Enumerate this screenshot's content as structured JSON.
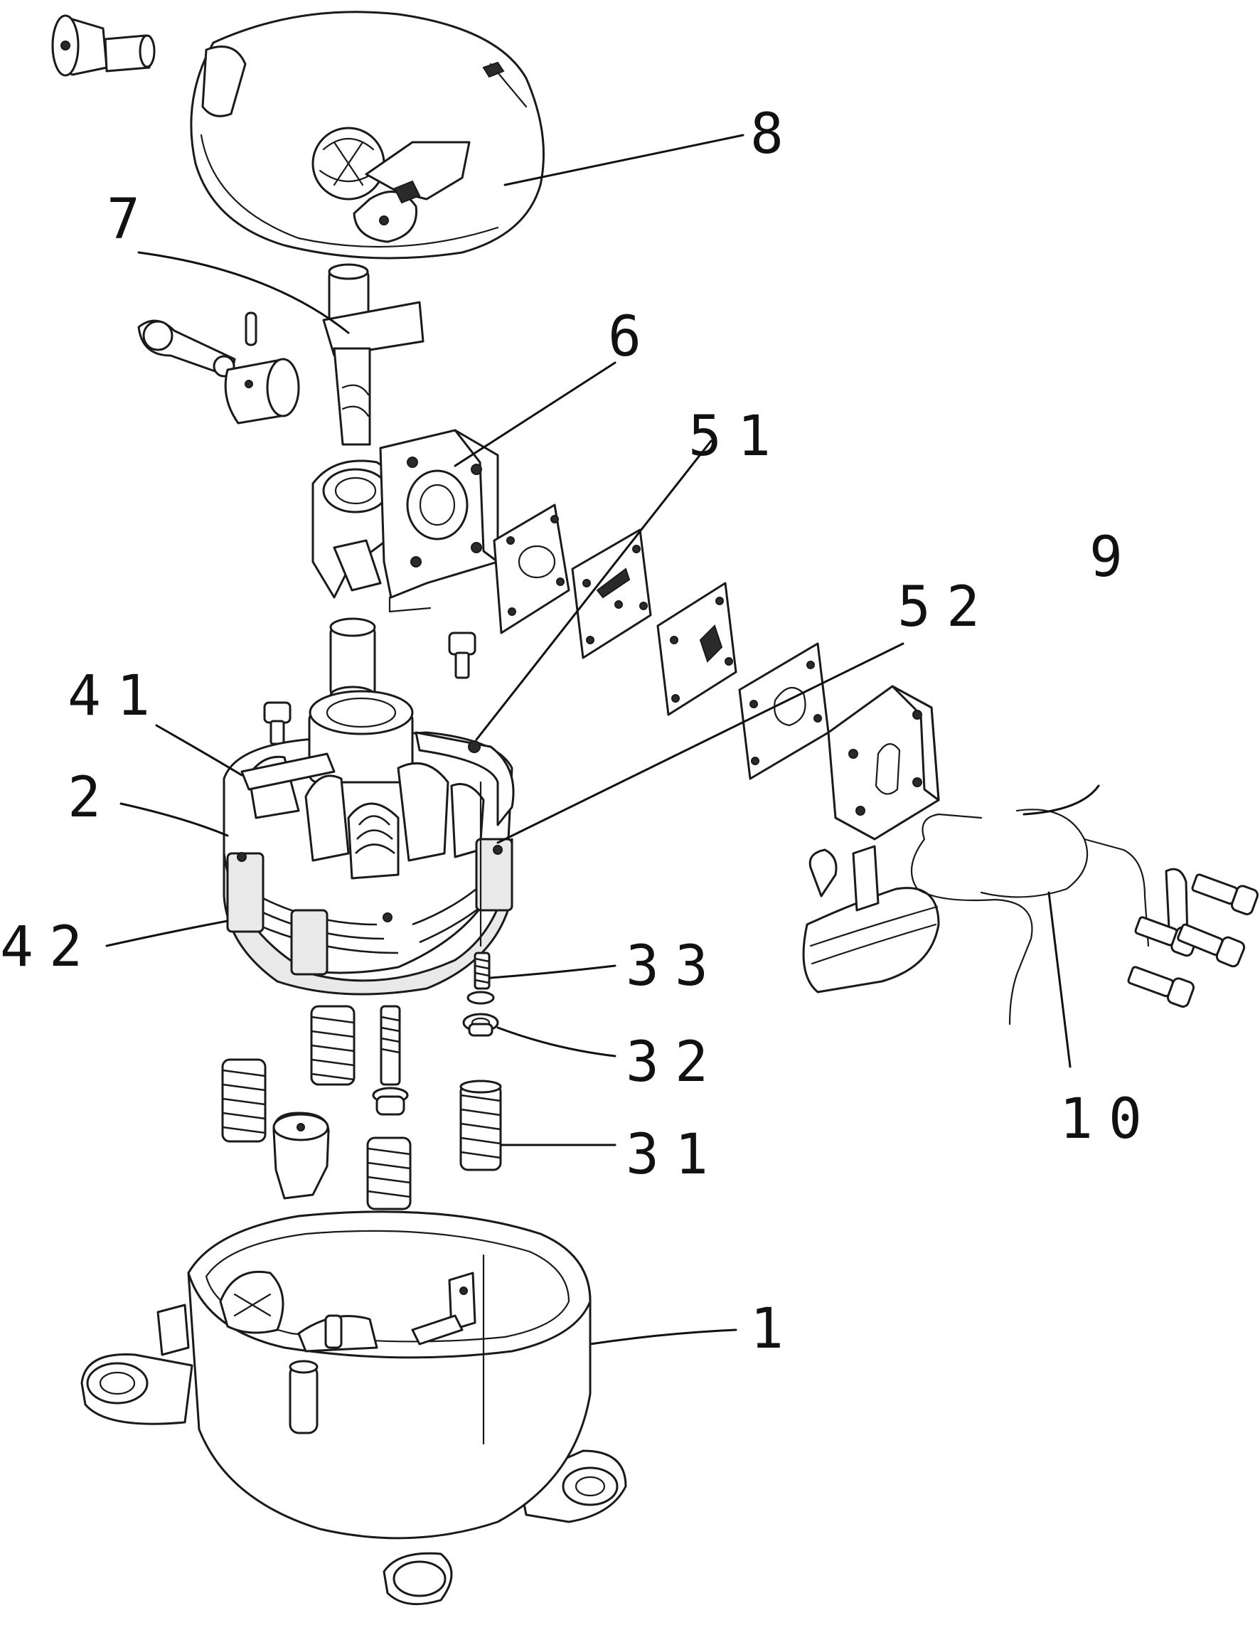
{
  "labels": {
    "l8": "8",
    "l7": "7",
    "l6": "6",
    "l51": "51",
    "l52": "52",
    "l9": "9",
    "l41": "41",
    "l2": "2",
    "l42": "42",
    "l33": "33",
    "l32": "32",
    "l31": "31",
    "l10": "10",
    "l1": "1"
  }
}
